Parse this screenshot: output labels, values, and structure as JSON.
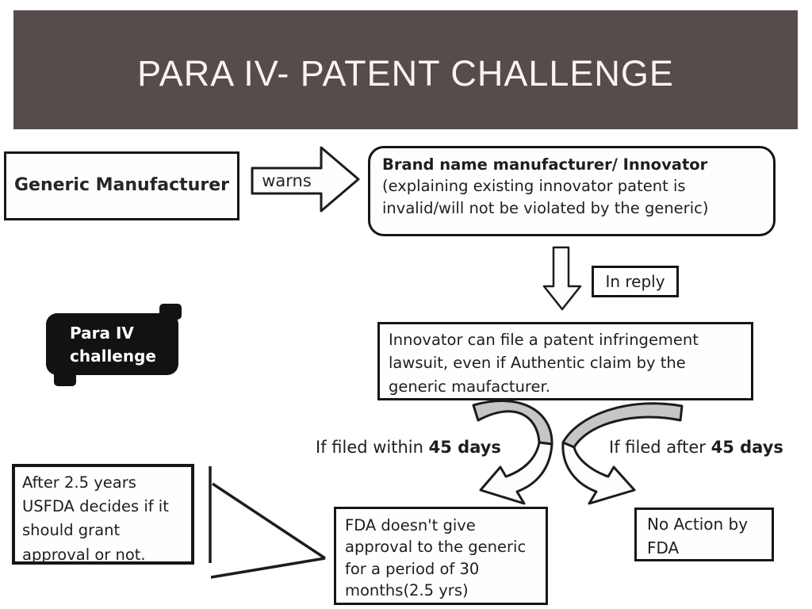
{
  "header": {
    "title": "PARA IV- PATENT CHALLENGE",
    "bg_color": "#564c49",
    "text_color": "#f7f5f4"
  },
  "nodes": {
    "generic": {
      "text": "Generic Manufacturer"
    },
    "warns_label": "warns",
    "brand": {
      "title": "Brand name manufacturer/ Innovator",
      "body": "(explaining existing innovator patent is invalid/will not be violated by the generic)"
    },
    "in_reply": "In reply",
    "lawsuit": "Innovator can file a patent infringement lawsuit, even if  Authentic claim by the generic maufacturer.",
    "para_iv": {
      "line1": "Para IV",
      "line2": "challenge"
    },
    "within_label": {
      "prefix": "If filed within ",
      "bold": "45 days"
    },
    "after_label": {
      "prefix": "If filed after ",
      "bold": "45 days"
    },
    "after_years": "After 2.5 years USFDA decides if it should grant approval or not.",
    "fda_no_approval": "FDA doesn't give approval to the generic for a period of 30 months(2.5 yrs)",
    "no_action": "No Action by FDA"
  },
  "colors": {
    "box_border": "#161616",
    "text": "#1e1e1e",
    "arrow_gray": "#c6c6c6",
    "arrow_outline": "#1c1c1c"
  }
}
